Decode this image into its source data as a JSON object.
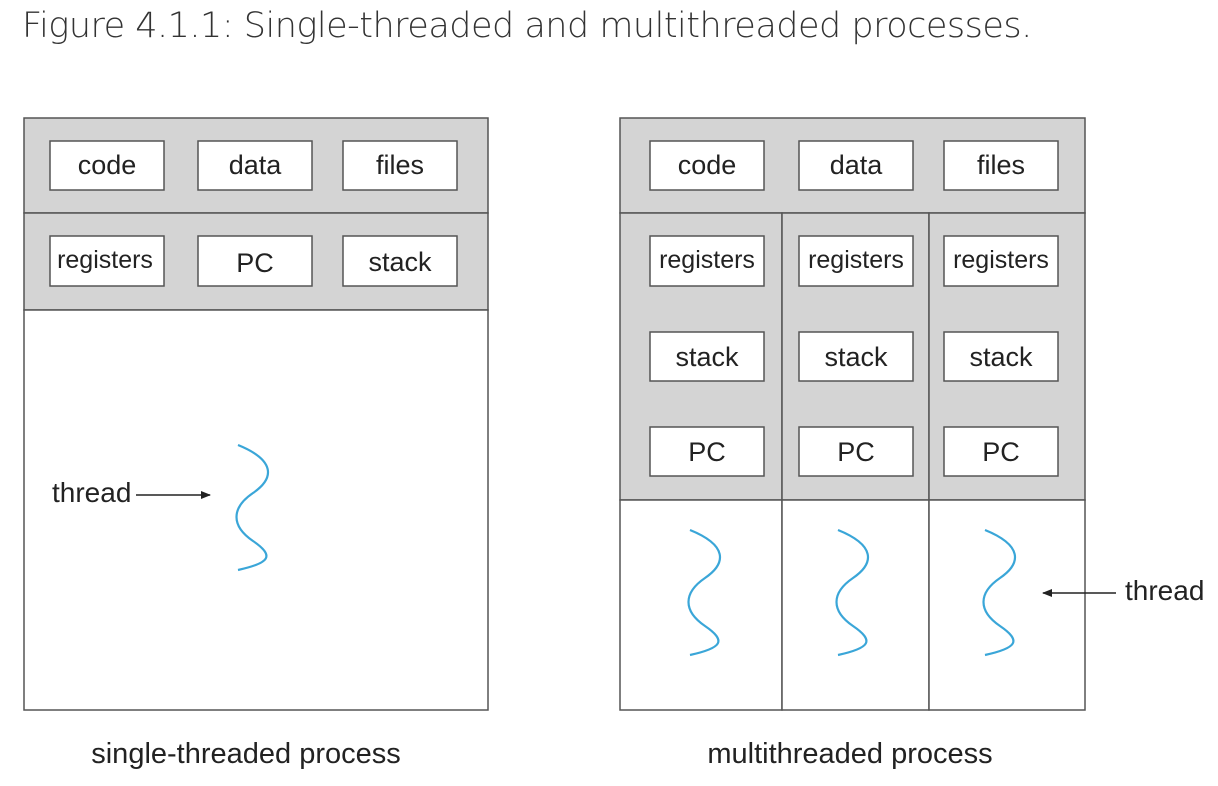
{
  "figure": {
    "title": "Figure 4.1.1: Single-threaded and multithreaded processes."
  },
  "single": {
    "caption": "single-threaded process",
    "shared": [
      "code",
      "data",
      "files"
    ],
    "thread_state": [
      "registers",
      "PC",
      "stack"
    ],
    "thread_label": "thread",
    "thread_count": 1
  },
  "multi": {
    "caption": "multithreaded process",
    "shared": [
      "code",
      "data",
      "files"
    ],
    "thread_state_rows": [
      [
        "registers",
        "registers",
        "registers"
      ],
      [
        "stack",
        "stack",
        "stack"
      ],
      [
        "PC",
        "PC",
        "PC"
      ]
    ],
    "thread_label": "thread",
    "thread_count": 3
  },
  "colors": {
    "panel_gray": "#d4d4d4",
    "border": "#555555",
    "box_fill": "#ffffff",
    "thread_wave": "#3aa6d8",
    "arrow": "#222222"
  }
}
